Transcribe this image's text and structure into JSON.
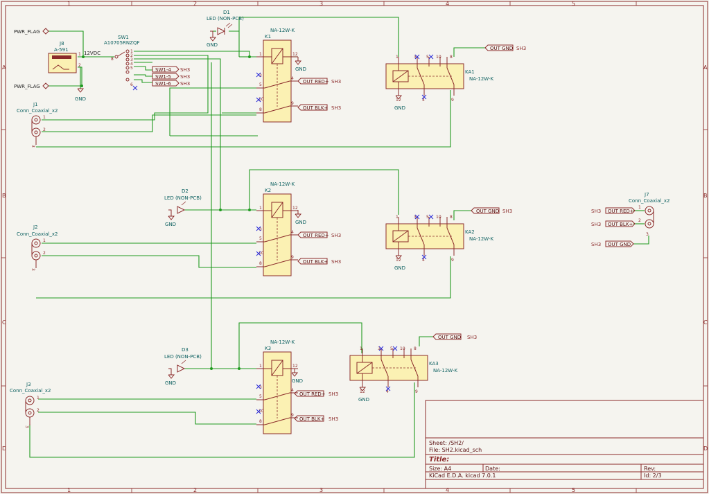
{
  "ruler": {
    "columns": [
      "1",
      "2",
      "3",
      "4",
      "5"
    ],
    "rows": [
      "A",
      "B",
      "C",
      "D"
    ]
  },
  "colors": {
    "frame": "#8b2a2a",
    "wire": "#1f9a1f",
    "symbol_fill": "#fbf1b3",
    "text_ref": "#0b5f5f",
    "noconnect": "#2a2ad8"
  },
  "components": {
    "j8": {
      "ref": "J8",
      "value": "A-591",
      "pins": [
        "1",
        "2"
      ]
    },
    "sw1": {
      "ref": "SW1",
      "value": "A10705RNZQF",
      "pins": [
        "8",
        "1",
        "2",
        "3",
        "4",
        "5",
        "6"
      ]
    },
    "d1": {
      "ref": "D1",
      "value": "LED (NON-PCB)"
    },
    "d2": {
      "ref": "D2",
      "value": "LED (NON-PCB)"
    },
    "d3": {
      "ref": "D3",
      "value": "LED (NON-PCB)"
    },
    "k1": {
      "ref": "K1",
      "value": "NA-12W-K"
    },
    "k2": {
      "ref": "K2",
      "value": "NA-12W-K"
    },
    "k3": {
      "ref": "K3",
      "value": "NA-12W-K"
    },
    "ka1": {
      "ref": "KA1",
      "value": "NA-12W-K"
    },
    "ka2": {
      "ref": "KA2",
      "value": "NA-12W-K"
    },
    "ka3": {
      "ref": "KA3",
      "value": "NA-12W-K"
    },
    "j1": {
      "ref": "J1",
      "value": "Conn_Coaxial_x2"
    },
    "j2": {
      "ref": "J2",
      "value": "Conn_Coaxial_x2"
    },
    "j3": {
      "ref": "J3",
      "value": "Conn_Coaxial_x2"
    },
    "j7": {
      "ref": "J7",
      "value": "Conn_Coaxial_x2"
    }
  },
  "relay_pins": {
    "coil_a": "1",
    "coil_b": "12",
    "c1": "5",
    "no1": "4",
    "nc1": "3",
    "c2": "8",
    "no2": "9",
    "nc2": "10"
  },
  "coax_pins": [
    "1",
    "2",
    "3"
  ],
  "power": {
    "flag": "PWR_FLAG",
    "gnd": "GND",
    "net_12v": "12VDC"
  },
  "labels": {
    "sw1_4": "SW1-4",
    "sw1_5": "SW1-5",
    "sw1_6": "SW1-6",
    "out_red": "OUT RED+",
    "out_blk": "OUT BLK+",
    "out_gnd": "OUT GND",
    "sheet_ref": "SH3"
  },
  "title_block": {
    "sheet": "Sheet: /SH2/",
    "file": "File: SH2.kicad_sch",
    "title": "Title:",
    "size": "Size: A4",
    "date": "Date:",
    "rev": "Rev:",
    "tool": "KiCad E.D.A.  kicad 7.0.1",
    "id": "Id: 2/3"
  }
}
